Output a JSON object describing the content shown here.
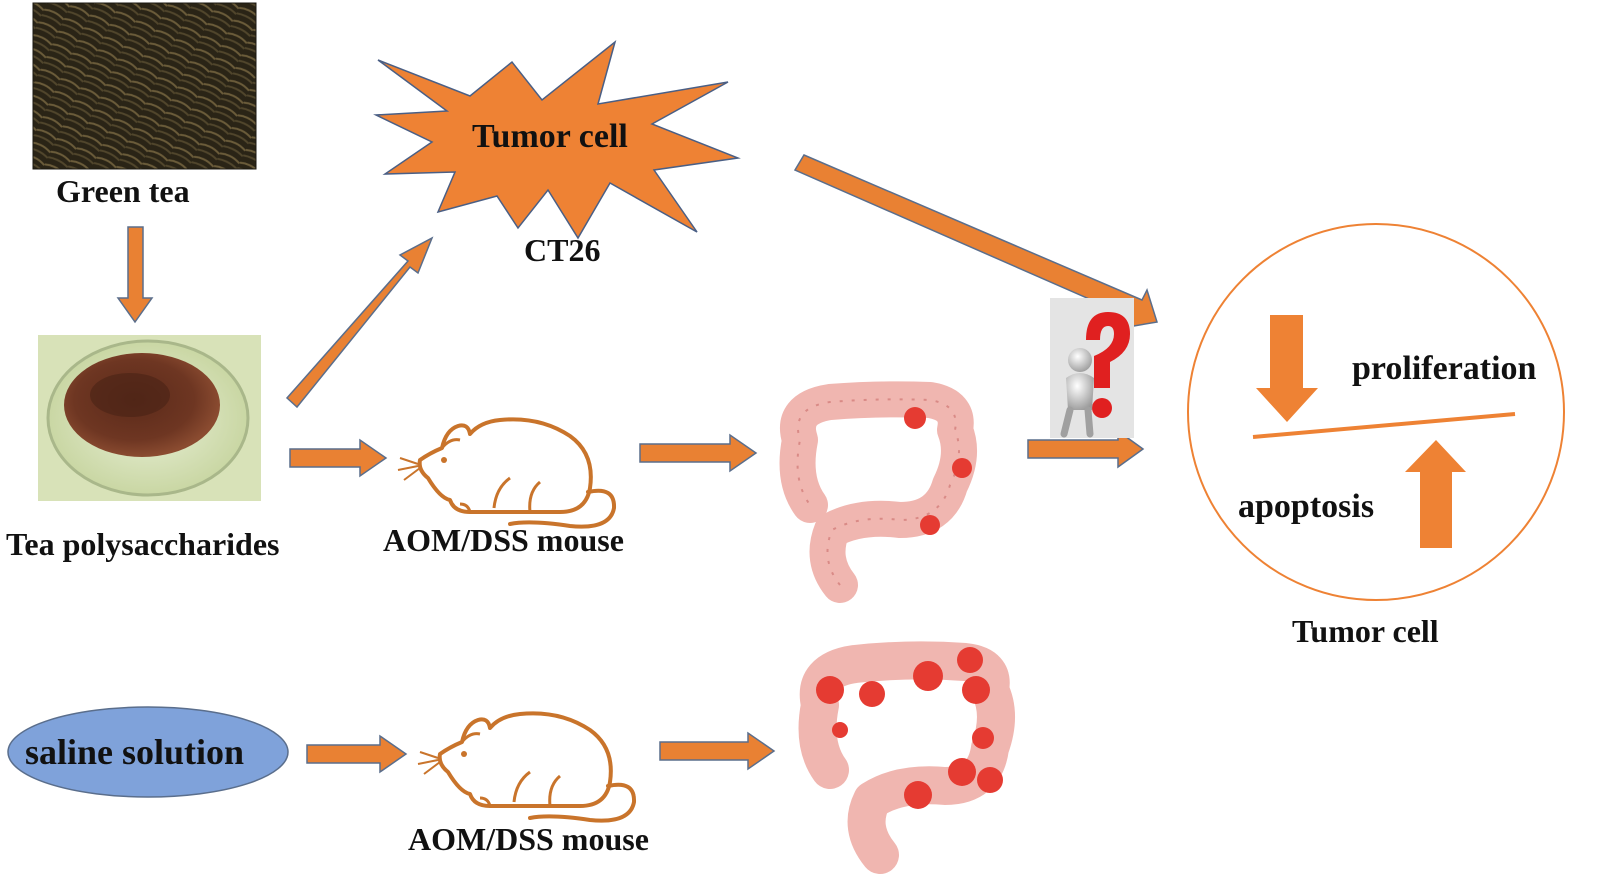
{
  "labels": {
    "green_tea": "Green tea",
    "tea_polysaccharides": "Tea polysaccharides",
    "tumor_cell_star": "Tumor cell",
    "ct26": "CT26",
    "aom_dss_mouse_treated": "AOM/DSS mouse",
    "aom_dss_mouse_control": "AOM/DSS mouse",
    "saline_solution": "saline solution",
    "proliferation": "proliferation",
    "apoptosis": "apoptosis",
    "tumor_cell_result": "Tumor cell"
  },
  "colors": {
    "arrow": "#E98133",
    "arrow_border": "#5A6E8C",
    "star_fill": "#EE8234",
    "saline_fill": "#7FA2DA",
    "circle_stroke": "#EE8234",
    "mouse_stroke": "#C9742B",
    "colon": "#F0B6B0",
    "tumor": "#E53B32",
    "question": "#E02020"
  },
  "icons": {
    "green_tea_image": "green-tea-leaves-photo",
    "powder_image": "tea-polysaccharide-powder-photo",
    "mouse": "mouse-icon",
    "colon": "colon-icon",
    "thinking_person": "question-mark-person-icon"
  }
}
